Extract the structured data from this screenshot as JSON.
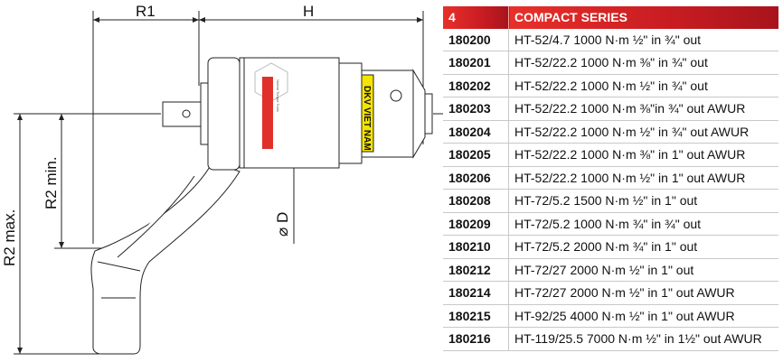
{
  "drawing": {
    "labels": {
      "r1": "R1",
      "h": "H",
      "r2_max": "R2 max.",
      "r2_min": "R2 min.",
      "d": "⌀ D"
    },
    "brand_logo": "norbar",
    "brand_tagline": "Norbar Torque Tools",
    "sticker": "DKV VIET NAM",
    "colors": {
      "logo": "#e0302a",
      "sticker": "#f5e400"
    }
  },
  "table": {
    "header": {
      "code": "4",
      "title": "COMPACT SERIES"
    },
    "rows": [
      {
        "code": "180200",
        "desc": "HT-52/4.7 1000 N·m ½\" in ¾\" out"
      },
      {
        "code": "180201",
        "desc": "HT-52/22.2 1000 N·m ⅜\" in ¾\" out"
      },
      {
        "code": "180202",
        "desc": "HT-52/22.2 1000 N·m ½\" in ¾\" out"
      },
      {
        "code": "180203",
        "desc": "HT-52/22.2 1000 N·m ⅜\"in ¾\" out AWUR"
      },
      {
        "code": "180204",
        "desc": "HT-52/22.2 1000 N·m ½\" in ¾\" out AWUR"
      },
      {
        "code": "180205",
        "desc": "HT-52/22.2 1000 N·m ⅜\" in 1\" out AWUR"
      },
      {
        "code": "180206",
        "desc": "HT-52/22.2 1000 N·m ½\" in 1\" out AWUR"
      },
      {
        "code": "180208",
        "desc": "HT-72/5.2 1500 N·m ½\" in 1\" out"
      },
      {
        "code": "180209",
        "desc": "HT-72/5.2 1000 N·m ¾\" in ¾\" out"
      },
      {
        "code": "180210",
        "desc": "HT-72/5.2 2000 N·m ¾\" in 1\" out"
      },
      {
        "code": "180212",
        "desc": "HT-72/27 2000 N·m ½\" in 1\" out"
      },
      {
        "code": "180214",
        "desc": "HT-72/27 2000 N·m ½\" in 1\" out AWUR"
      },
      {
        "code": "180215",
        "desc": "HT-92/25 4000 N·m ½\" in 1\" out AWUR"
      },
      {
        "code": "180216",
        "desc": "HT-119/25.5 7000 N·m ½\" in 1½\" out AWUR"
      }
    ]
  }
}
